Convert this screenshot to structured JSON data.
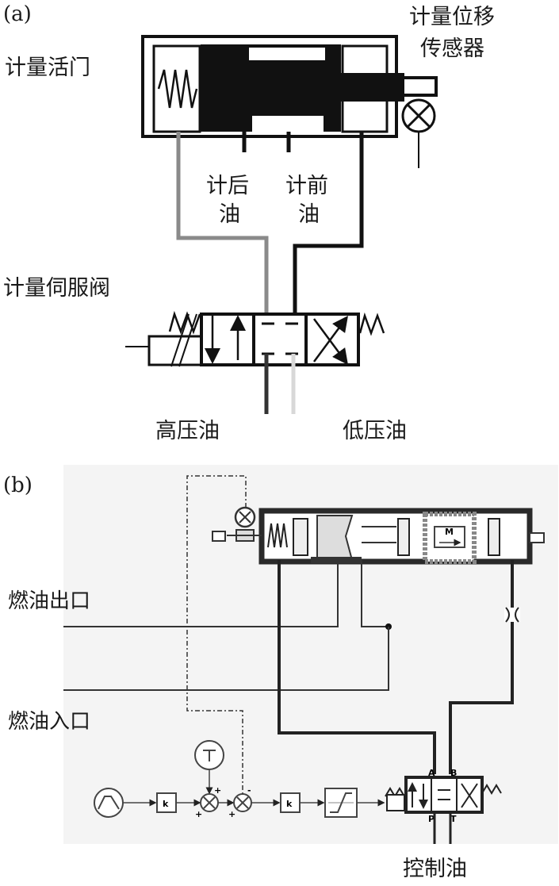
{
  "panel_a": {
    "tag": "(a)",
    "metering_valve": "计量活门",
    "sensor_line1": "计量位移",
    "sensor_line2": "传感器",
    "post_oil_line1": "计后",
    "post_oil_line2": "油",
    "pre_oil_line1": "计前",
    "pre_oil_line2": "油",
    "servo_valve": "计量伺服阀",
    "high_pressure": "高压油",
    "low_pressure": "低压油"
  },
  "panel_b": {
    "tag": "(b)",
    "fuel_outlet": "燃油出口",
    "fuel_inlet": "燃油入口",
    "control_oil": "控制油",
    "gain_1": "k",
    "gain_2": "k",
    "valve_motor": "M",
    "port_a": "A",
    "port_b": "B",
    "port_p": "P",
    "port_t": "T",
    "sign_plus_1": "+",
    "sign_plus_2": "+",
    "sign_plus_3": "+",
    "sign_minus": "-"
  }
}
